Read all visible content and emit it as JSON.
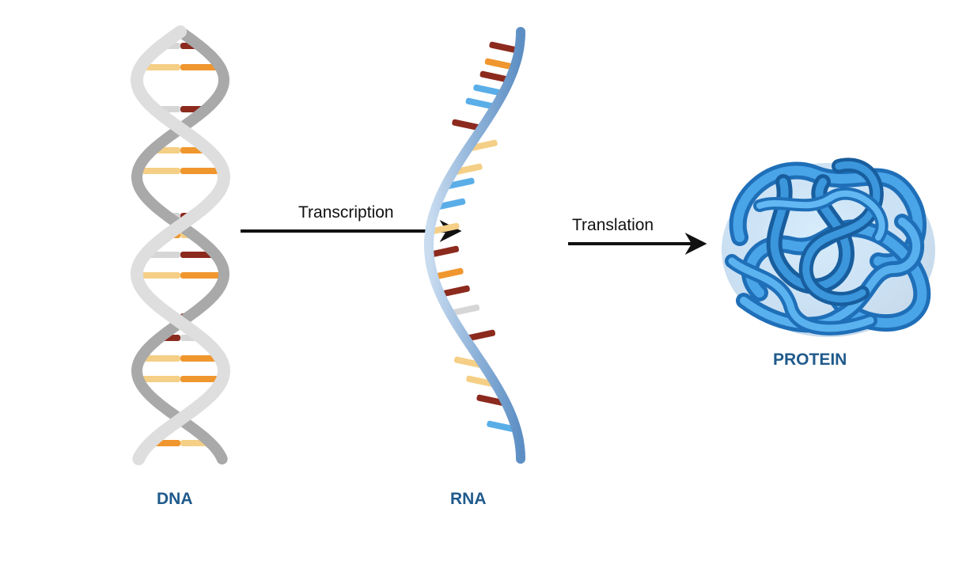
{
  "labels": {
    "dna": "DNA",
    "rna": "RNA",
    "protein": "PROTEIN"
  },
  "steps": {
    "transcription": "Transcription",
    "translation": "Translation"
  },
  "colors": {
    "label": "#1f5a8c",
    "dna_strand": "#dcdcdc",
    "dna_strand_dark": "#9a9a9a",
    "rna_strand": "#8fb3d9",
    "protein": "#2e86d1",
    "protein_dark": "#1a5f9e",
    "base_red": "#8c2a1e",
    "base_orange": "#f0962e",
    "base_yellow": "#f5cf86",
    "base_grey": "#d6d6d6",
    "base_blue": "#5aaee8",
    "arrow": "#111111"
  }
}
